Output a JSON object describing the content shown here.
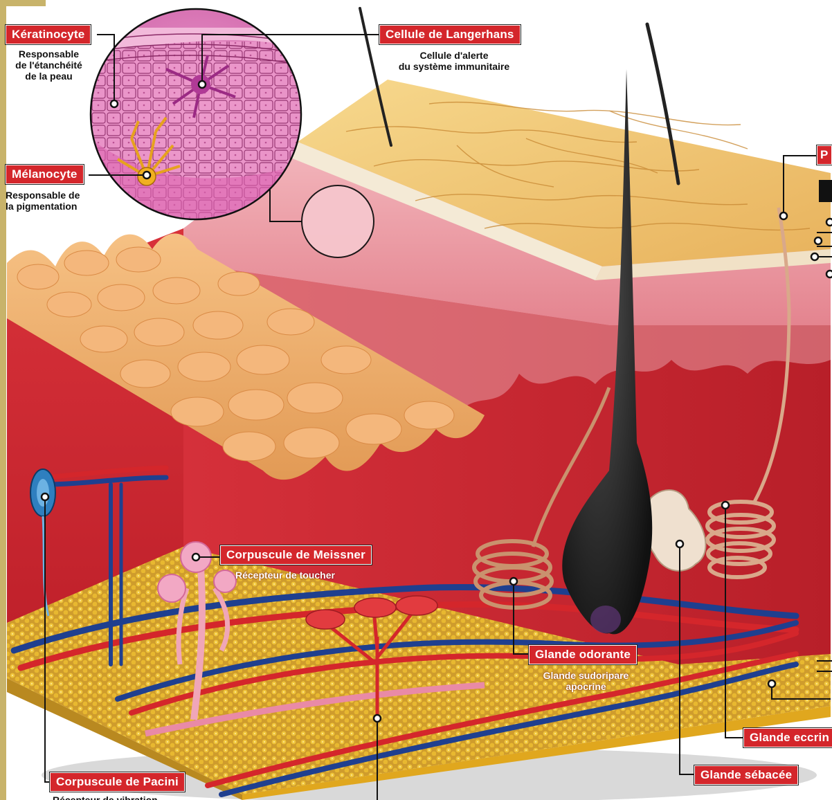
{
  "labels": {
    "keratinocyte": {
      "title": "Kératinocyte",
      "lines": [
        "Responsable",
        "de l'étanchéité",
        "de la peau"
      ]
    },
    "langerhans": {
      "title": "Cellule de Langerhans",
      "lines": [
        "Cellule d'alerte",
        "du système immunitaire"
      ]
    },
    "melanocyte": {
      "title": "Mélanocyte",
      "lines": [
        "Responsable de",
        "la pigmentation"
      ]
    },
    "meissner": {
      "title": "Corpuscule de Meissner",
      "lines": [
        "Récepteur de toucher"
      ]
    },
    "odorante": {
      "title": "Glande odorante",
      "lines": [
        "Glande sudoripare",
        "apocrine"
      ]
    },
    "pacini": {
      "title": "Corpuscule de Pacini",
      "lines": [
        "Récepteur de vibration"
      ]
    },
    "sebacee": {
      "title": "Glande sébacée"
    },
    "eccrine": {
      "title": "Glande eccrin"
    },
    "cut_top_right": {
      "title": "P"
    }
  },
  "colors": {
    "label_red": "#d4262b",
    "dermis_red": "#d3333a",
    "epidermis_yellow": "#f0c26c",
    "hypodermis_fat": "#c99a2a",
    "cell_pink": "#e98ac2",
    "frame_gold": "#c8b36a"
  }
}
